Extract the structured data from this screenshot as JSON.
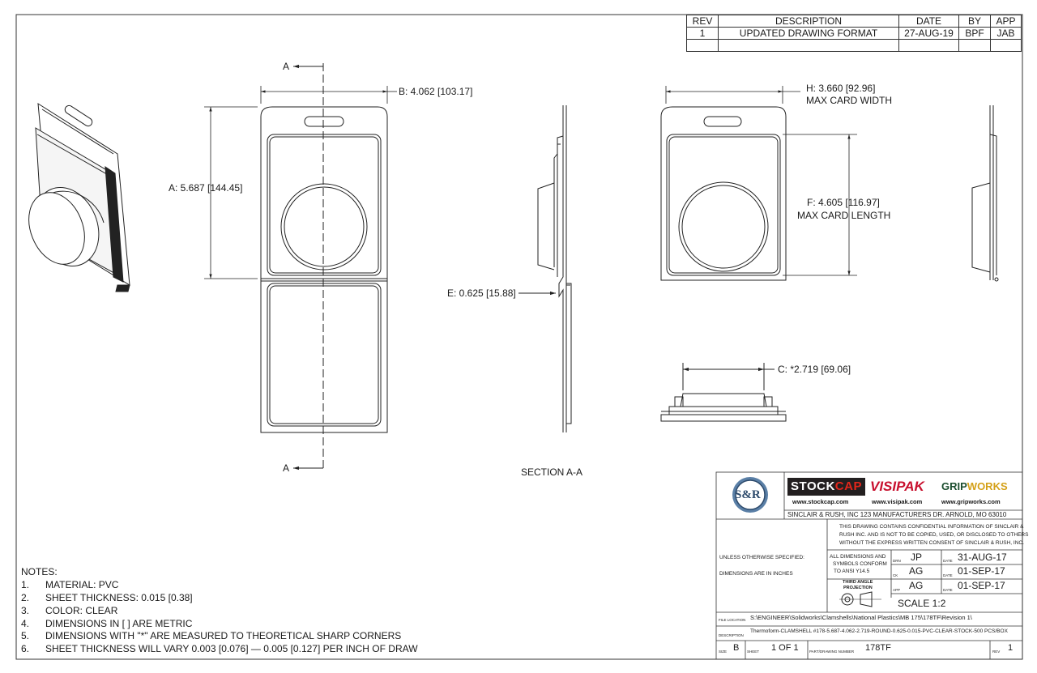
{
  "revision_table": {
    "headers": [
      "REV",
      "DESCRIPTION",
      "DATE",
      "BY",
      "APP"
    ],
    "rows": [
      [
        "1",
        "UPDATED DRAWING FORMAT",
        "27-AUG-19",
        "BPF",
        "JAB"
      ]
    ]
  },
  "views": {
    "section_marker": "A",
    "section_label": "SECTION A-A"
  },
  "dimensions": {
    "b": "B: 4.062",
    "b_metric": "[103.17]",
    "a": "A: 5.687",
    "a_metric": "[144.45]",
    "e": "E: 0.625",
    "e_metric": "[15.88]",
    "h": "H: 3.660",
    "h_metric": "[92.96]",
    "h_note": "MAX CARD WIDTH",
    "f": "F: 4.605",
    "f_metric": "[116.97]",
    "f_note": "MAX CARD LENGTH",
    "c": "C: *2.719",
    "c_metric": "[69.06]"
  },
  "notes": {
    "title": "NOTES:",
    "items": [
      {
        "n": "1.",
        "text": "MATERIAL: PVC"
      },
      {
        "n": "2.",
        "text": "SHEET THICKNESS: 0.015 [0.38]"
      },
      {
        "n": "3.",
        "text": "COLOR: CLEAR"
      },
      {
        "n": "4.",
        "text": "DIMENSIONS IN [ ] ARE METRIC"
      },
      {
        "n": "5.",
        "text": "DIMENSIONS WITH \"*\" ARE MEASURED TO THEORETICAL SHARP CORNERS"
      },
      {
        "n": "6.",
        "text": "SHEET THICKNESS WILL VARY 0.003 [0.076] — 0.005 [0.127] PER INCH OF DRAW"
      }
    ]
  },
  "title_block": {
    "sr_logo": "S&R",
    "brand_stockcap": "STOCK",
    "brand_stockcap_accent": "CAP",
    "brand_visipak": "VISIPAK",
    "brand_gripworks_1": "GRIP",
    "brand_gripworks_2": "WORKS",
    "url_stockcap": "www.stockcap.com",
    "url_visipak": "www.visipak.com",
    "url_gripworks": "www.gripworks.com",
    "company_address": "SINCLAIR & RUSH, INC 123 MANUFACTURERS DR. ARNOLD, MO 63010",
    "confidential_1": "THIS DRAWING CONTAINS CONFIDENTIAL INFORMATION OF SINCLAIR &",
    "confidential_2": "RUSH INC. AND IS NOT TO BE COPIED, USED, OR DISCLOSED TO OTHERS",
    "confidential_3": "WITHOUT THE EXPRESS WRITTEN CONSENT OF SINCLAIR & RUSH, INC.",
    "unless_specified": "UNLESS OTHERWISE SPECIFIED:",
    "dims_in_inches": "DIMENSIONS ARE IN INCHES",
    "conform_1": "ALL DIMENSIONS AND",
    "conform_2": "SYMBOLS CONFORM",
    "conform_3": "TO ANSI Y14.5",
    "projection_1": "THIRD ANGLE",
    "projection_2": "PROJECTION",
    "drawn_label": "DRN",
    "drawn_by": "JP",
    "drawn_date_label": "DATE",
    "drawn_date": "31-AUG-17",
    "checked_label": "CK",
    "checked_by": "AG",
    "checked_date_label": "DATE",
    "checked_date": "01-SEP-17",
    "approved_label": "APP",
    "approved_by": "AG",
    "approved_date_label": "DATE",
    "approved_date": "01-SEP-17",
    "scale": "SCALE 1:2",
    "file_location_label": "FILE LOCATION",
    "file_location": "S:\\ENGINEER\\Solidworks\\Clamshells\\National Plastics\\MB 175\\178TF\\Revision 1\\",
    "description_label": "DESCRIPTION",
    "description": "Thermoform-CLAMSHELL #178-5.687-4.062-2.719-ROUND-0.625-0.015-PVC-CLEAR-STOCK-500 PCS/BOX",
    "size_label": "SIZE",
    "size": "B",
    "sheet_label": "SHEET",
    "sheet": "1 OF 1",
    "part_label": "PART/DRAWING NUMBER",
    "part_number": "178TF",
    "rev_label": "REV",
    "rev": "1"
  }
}
